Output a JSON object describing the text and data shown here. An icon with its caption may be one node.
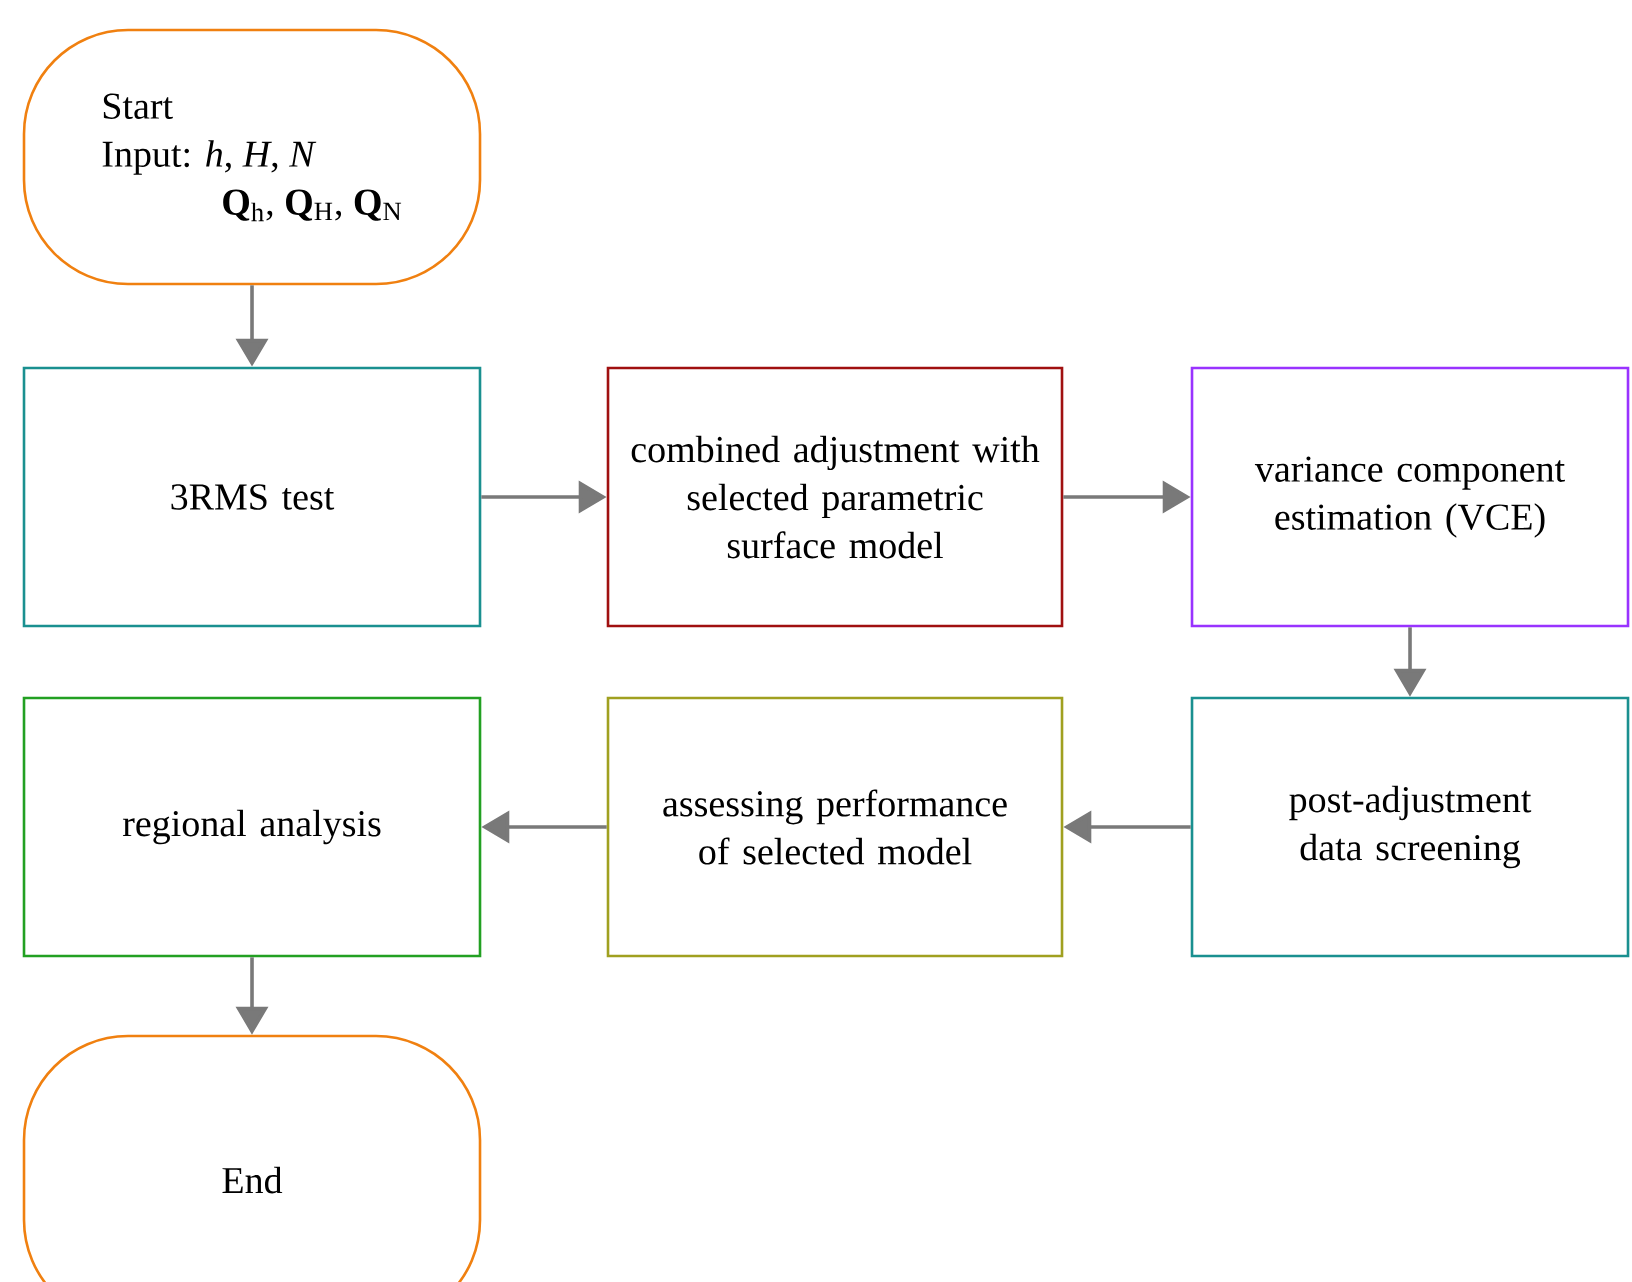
{
  "diagram": {
    "nodes": [
      {
        "text": [
          "Start",
          "Input: *h*, *H*, *N*",
          "**Q**$_{h}$, **Q**$_{H}$, **Q**$_{N}$"
        ]
      },
      {
        "text": [
          "3RMS test"
        ]
      },
      {
        "text": [
          "combined adjustment with selected parametric surface model"
        ]
      },
      {
        "text": [
          "variance component estimation (VCE)"
        ]
      },
      {
        "text": [
          "post-adjustment data screening"
        ]
      },
      {
        "text": [
          "assessing performance of selected model"
        ]
      },
      {
        "text": [
          "regional analysis"
        ]
      },
      {
        "text": [
          "End"
        ]
      }
    ],
    "edges": [
      {
        "from": 0,
        "to": 1,
        "arrow": "to"
      },
      {
        "from": 1,
        "to": 2,
        "arrow": "to"
      },
      {
        "from": 2,
        "to": 3,
        "arrow": "to"
      },
      {
        "from": 3,
        "to": 4,
        "arrow": "to"
      },
      {
        "from": 4,
        "to": 5,
        "arrow": "to"
      },
      {
        "from": 5,
        "to": 6,
        "arrow": "to"
      },
      {
        "from": 6,
        "to": 7,
        "arrow": "to"
      }
    ]
  }
}
